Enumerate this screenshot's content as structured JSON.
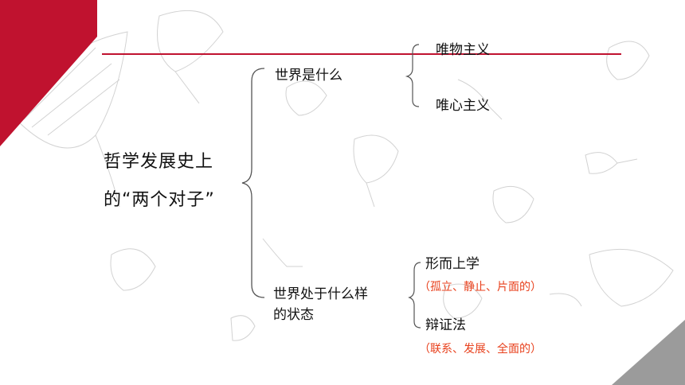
{
  "colors": {
    "accent_red": "#c0122f",
    "corner_gray": "#9b9b9b",
    "note_red": "#e8401c",
    "text": "#111111",
    "bracket": "#555555",
    "decor": "#cfcfcf"
  },
  "diagram": {
    "root": {
      "line1": "哲学发展史上",
      "line2": "的“两个对子”"
    },
    "branch_world_is": {
      "label": "世界是什么",
      "leaves": [
        "唯物主义",
        "唯心主义"
      ]
    },
    "branch_world_state": {
      "label_line1": "世界处于什么样",
      "label_line2": "的状态",
      "leaves": [
        {
          "label": "形而上学",
          "note": "（孤立、静止、片面的）"
        },
        {
          "label": "辩证法",
          "note": "（联系、发展、全面的）"
        }
      ]
    }
  }
}
